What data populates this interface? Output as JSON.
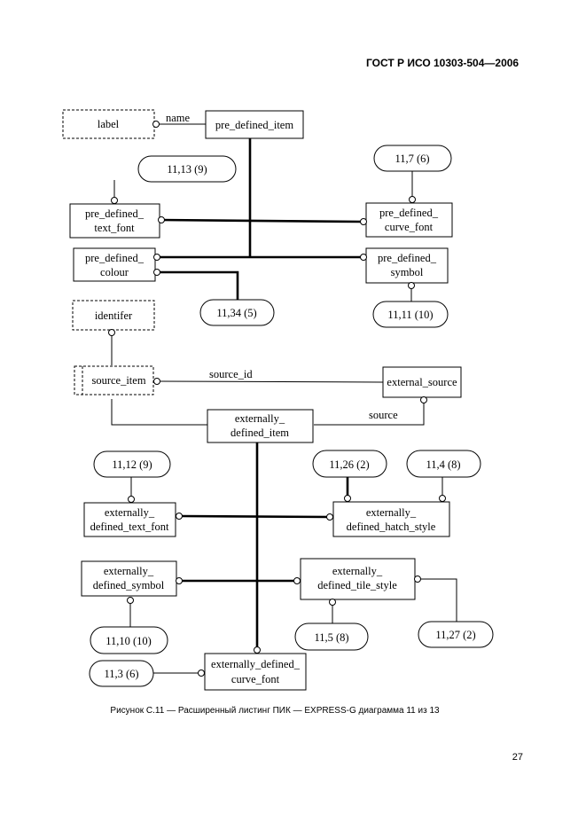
{
  "header": {
    "standard": "ГОСТ Р ИСО 10303-504—2006"
  },
  "diagram": {
    "entities": {
      "label": "label",
      "pre_defined_item": "pre_defined_item",
      "pre_defined_text_font": [
        "pre_defined_",
        "text_font"
      ],
      "pre_defined_curve_font": [
        "pre_defined_",
        "curve_font"
      ],
      "pre_defined_colour": [
        "pre_defined_",
        "colour"
      ],
      "pre_defined_symbol": [
        "pre_defined_",
        "symbol"
      ],
      "identifer": "identifer",
      "source_item": "source_item",
      "external_source": "external_source",
      "externally_defined_item": [
        "externally_",
        "defined_item"
      ],
      "externally_defined_text_font": [
        "externally_",
        "defined_text_font"
      ],
      "externally_defined_hatch_style": [
        "externally_",
        "defined_hatch_style"
      ],
      "externally_defined_symbol": [
        "externally_",
        "defined_symbol"
      ],
      "externally_defined_tile_style": [
        "externally_",
        "defined_tile_style"
      ],
      "externally_defined_curve_font": [
        "externally_defined_",
        "curve_font"
      ]
    },
    "page_refs": {
      "r_11_13_9": "11,13 (9)",
      "r_11_7_6": "11,7 (6)",
      "r_11_34_5": "11,34 (5)",
      "r_11_11_10": "11,11 (10)",
      "r_11_12_9": "11,12 (9)",
      "r_11_26_2": "11,26 (2)",
      "r_11_4_8": "11,4 (8)",
      "r_11_10_10": "11,10 (10)",
      "r_11_5_8": "11,5 (8)",
      "r_11_27_2": "11,27 (2)",
      "r_11_3_6": "11,3 (6)"
    },
    "attributes": {
      "name": "name",
      "source_id": "source_id",
      "source": "source"
    }
  },
  "caption": "Рисунок С.11 — Расширенный листинг ПИК — EXPRESS-G диаграмма 11 из 13",
  "page_number": "27"
}
